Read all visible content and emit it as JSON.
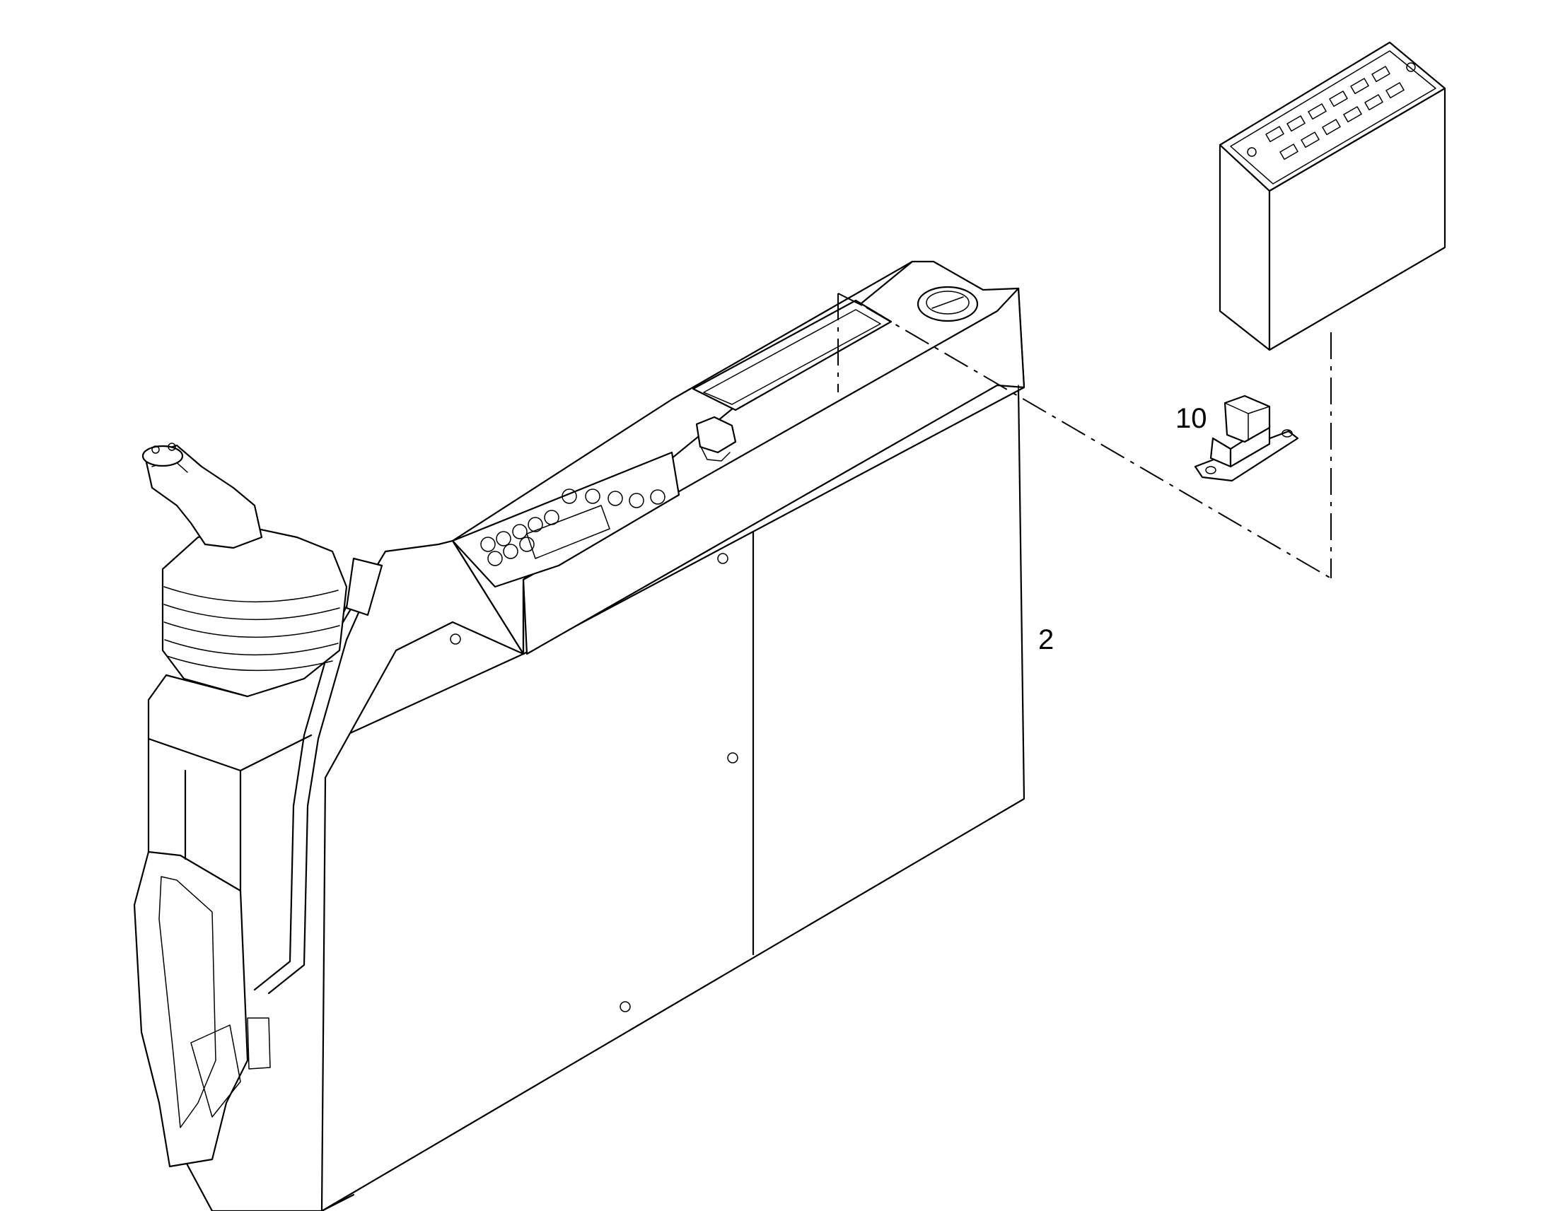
{
  "diagram": {
    "type": "exploded-parts-view",
    "callouts": [
      {
        "id": "2",
        "label": "2"
      },
      {
        "id": "10",
        "label": "10"
      }
    ]
  }
}
